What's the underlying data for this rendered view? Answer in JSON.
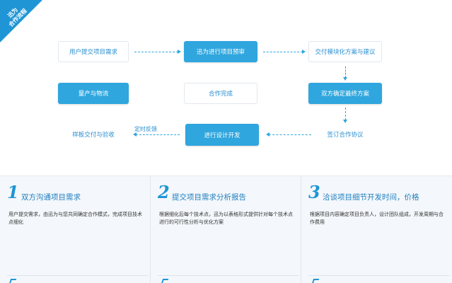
{
  "ribbon": {
    "line1": "迅为",
    "line2": "合作流程"
  },
  "flow": {
    "n1": "用户提交项目需求",
    "n2": "迅为进行项目预审",
    "n3": "交付模块化方案与建议",
    "n4": "双方确定最终方案",
    "n5": "签订合作协议",
    "n6": "进行设计开发",
    "n7": "样板交付与验收",
    "n8": "量产与物流",
    "n9": "合作完成",
    "edge_label": "定时反馈"
  },
  "steps": [
    {
      "num": "1",
      "title": "双方沟通项目需求",
      "desc": "用户提交需求，由迅为与您共同确定合作模式，完成项目技术点细化"
    },
    {
      "num": "2",
      "title": "提交项目需求分析报告",
      "desc": "根据细化后每个技术点，迅为以表格形式提供针对每个技术点进行的可行性分析与优化方案"
    },
    {
      "num": "3",
      "title": "洽谈项目细节开发时间，价格",
      "desc": "根据项目内容确定项目负责人，设计团队组成，开发周期与合作费用"
    }
  ],
  "colors": {
    "accent": "#1f95d6",
    "node_blue": "#2fa6de",
    "text_blue": "#2a8fcf"
  }
}
